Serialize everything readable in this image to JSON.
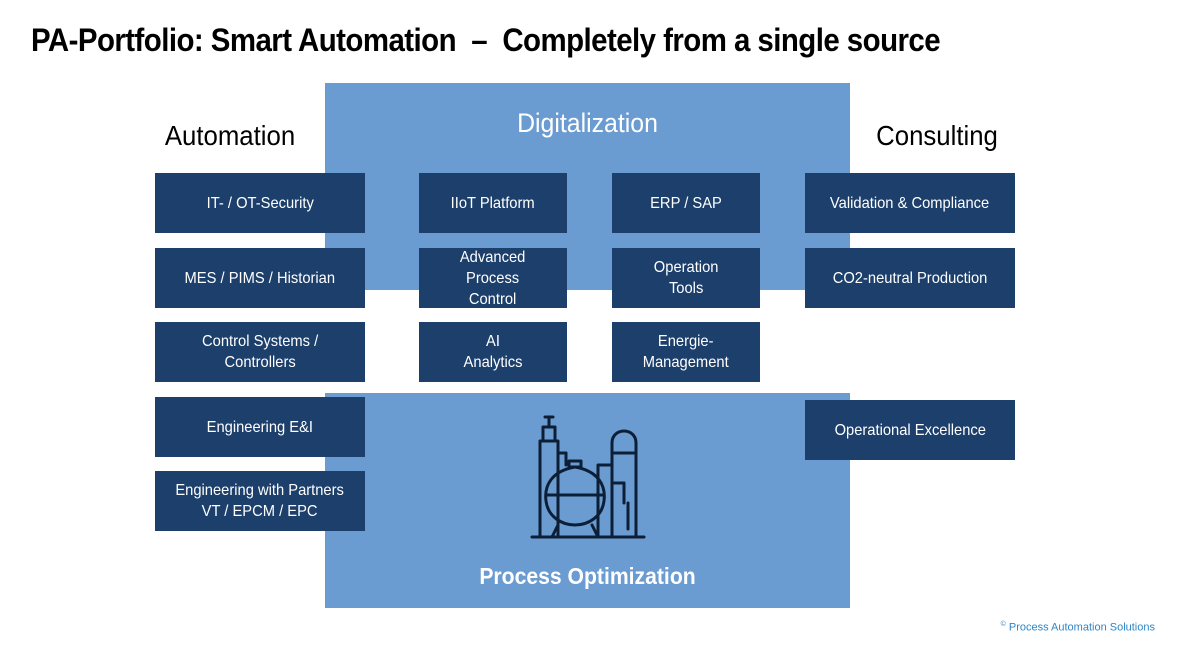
{
  "title": "PA-Portfolio: Smart Automation  –  Completely from a single source",
  "digitalization": "Digitalization",
  "process_optimization": "Process Optimization",
  "automation_heading": "Automation",
  "consulting_heading": "Consulting",
  "automation_boxes": [
    "IT- / OT-Security",
    "MES / PIMS / Historian",
    "Control Systems /\nControllers",
    "Engineering E&I",
    "Engineering with Partners\nVT / EPCM / EPC"
  ],
  "digital_boxes": [
    "IIoT Platform",
    "ERP / SAP",
    "Advanced\nProcess\nControl",
    "Operation\nTools",
    "AI\nAnalytics",
    "Energie-\nManagement"
  ],
  "consulting_boxes": [
    "Validation & Compliance",
    "CO2-neutral Production",
    "Operational Excellence"
  ],
  "copyright_symbol": "©",
  "copyright_text": " Process Automation Solutions",
  "icon": "process-plant-icon",
  "colors": {
    "panel": "#6a9bd1",
    "box": "#1c3f6b",
    "copyright": "#2e86c8"
  }
}
